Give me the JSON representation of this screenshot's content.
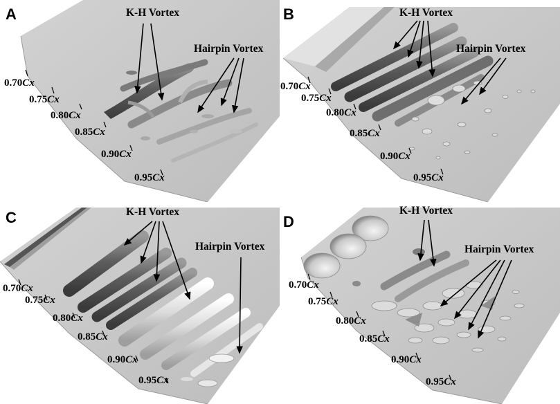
{
  "labels": {
    "kh": "K-H Vortex",
    "hairpin": "Hairpin Vortex"
  },
  "ticks": [
    {
      "value": "0.70",
      "unit": "Cx"
    },
    {
      "value": "0.75",
      "unit": "Cx"
    },
    {
      "value": "0.80",
      "unit": "Cx"
    },
    {
      "value": "0.85",
      "unit": "Cx"
    },
    {
      "value": "0.90",
      "unit": "Cx"
    },
    {
      "value": "0.95",
      "unit": "Cx"
    }
  ],
  "panels": [
    {
      "letter": "A"
    },
    {
      "letter": "B"
    },
    {
      "letter": "C"
    },
    {
      "letter": "D"
    }
  ],
  "colors": {
    "surface": "#c4c4c4",
    "vortex_dark": "#6f6f6f",
    "vortex_light": "#e4e4e4",
    "arrow": "#000000"
  }
}
